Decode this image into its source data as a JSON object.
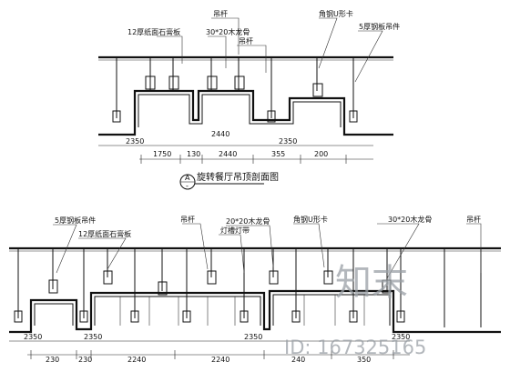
{
  "upper_section": {
    "title": "旋转餐厅吊顶剖面图",
    "callout_id": "A",
    "callout_sheet": "-",
    "labels": {
      "board_12": "12厚纸面石膏板",
      "section_30x20": "30*20木龙骨",
      "pipe": "吊杆",
      "bracket": "吊杆",
      "beam_steel": "角钢U形卡",
      "chain_5": "5厚钢板吊件"
    },
    "dimensions": [
      "2350",
      "2440",
      "2350",
      "1750",
      "130",
      "2440",
      "355",
      "200"
    ]
  },
  "lower_section": {
    "labels": {
      "chain_5": "5厚钢板吊件",
      "board_12": "12厚纸面石膏板",
      "pipe_1": "吊杆",
      "section_20x20": "20*20木龙骨",
      "light_trough": "灯槽灯带",
      "beam_steel": "角钢U形卡",
      "section_30x20": "30*20木龙骨",
      "pipe_2": "吊杆"
    },
    "dimensions": [
      "2350",
      "2350",
      "2350",
      "2350",
      "230",
      "230",
      "2240",
      "2240",
      "240",
      "350"
    ]
  },
  "watermark": {
    "logo": "知末",
    "id": "ID: 167325165"
  }
}
